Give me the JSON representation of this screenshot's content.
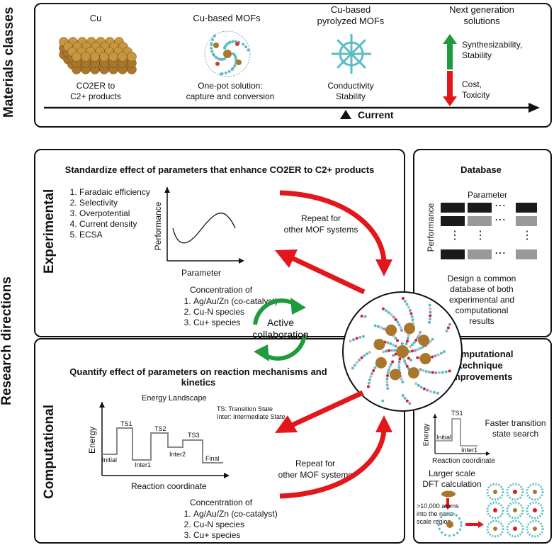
{
  "side_labels": {
    "materials": "Materials classes",
    "research": "Research directions",
    "experimental": "Experimental",
    "computational": "Computational"
  },
  "materials": {
    "cu": {
      "title": "Cu",
      "desc1": "CO2ER to",
      "desc2": "C2+ products"
    },
    "mofs": {
      "title": "Cu-based MOFs",
      "desc1": "One-pot solution:",
      "desc2": "capture and conversion"
    },
    "pyro": {
      "title1": "Cu-based",
      "title2": "pyrolyzed MOFs",
      "desc1": "Conductivity",
      "desc2": "Stability"
    },
    "next": {
      "title1": "Next generation",
      "title2": "solutions",
      "up1": "Synthesizability,",
      "up2": "Stability",
      "down1": "Cost,",
      "down2": "Toxicity"
    },
    "current": "Current"
  },
  "experimental": {
    "title": "Standardize effect of parameters that enhance CO2ER to C2+ products",
    "metrics": [
      "Faradaic efficiency",
      "Selectivity",
      "Overpotential",
      "Current density",
      "ECSA"
    ],
    "ylabel": "Performance",
    "xlabel": "Parameter",
    "repeat1": "Repeat for",
    "repeat2": "other MOF systems",
    "conc_title": "Concentration of",
    "conc_items": [
      "Ag/Au/Zn (co-catalyst)",
      "Cu-N species",
      "Cu+ species"
    ]
  },
  "database": {
    "title": "Database",
    "param": "Parameter",
    "ylabel": "Performance",
    "ellipsis": "⋯",
    "vdots": "⋮",
    "desc": [
      "Design a common",
      "database of both",
      "experimental and",
      "computational",
      "results"
    ]
  },
  "collab": {
    "line1": "Active",
    "line2": "collaboration"
  },
  "computational": {
    "title1": "Quantify effect of parameters on reaction mechanisms and",
    "title2": "kinetics",
    "landscape": "Energy Landscape",
    "legend1": "TS: Transition State",
    "legend2": "Inter: Intermediate State",
    "ylabel": "Energy",
    "xlabel": "Reaction coordinate",
    "states": {
      "initial": "Initial",
      "ts1": "TS1",
      "inter1": "Inter1",
      "ts2": "TS2",
      "inter2": "Inter2",
      "ts3": "TS3",
      "final": "Final"
    },
    "repeat1": "Repeat for",
    "repeat2": "other MOF systems",
    "conc_title": "Concentration of",
    "conc_items": [
      "Ag/Au/Zn (co-catalyst)",
      "Cu-N species",
      "Cu+ species"
    ]
  },
  "comp_tech": {
    "title1": "Computational",
    "title2": "technique",
    "title3": "improvements",
    "mini_ts": "TS1",
    "mini_initial": "Initial",
    "mini_inter": "Inter1",
    "mini_ylabel": "Energy",
    "mini_xlabel": "Reaction coordinate",
    "faster1": "Faster transition",
    "faster2": "state search",
    "larger1": "Larger scale",
    "larger2": "DFT calculation",
    "atoms1": ">10,000 atoms",
    "atoms2": "into the nano-",
    "atoms3": "scale region"
  },
  "colors": {
    "green": "#1f9a3c",
    "red": "#e3161b",
    "cu": "#a8772c",
    "mof": "#5bbcc4"
  }
}
